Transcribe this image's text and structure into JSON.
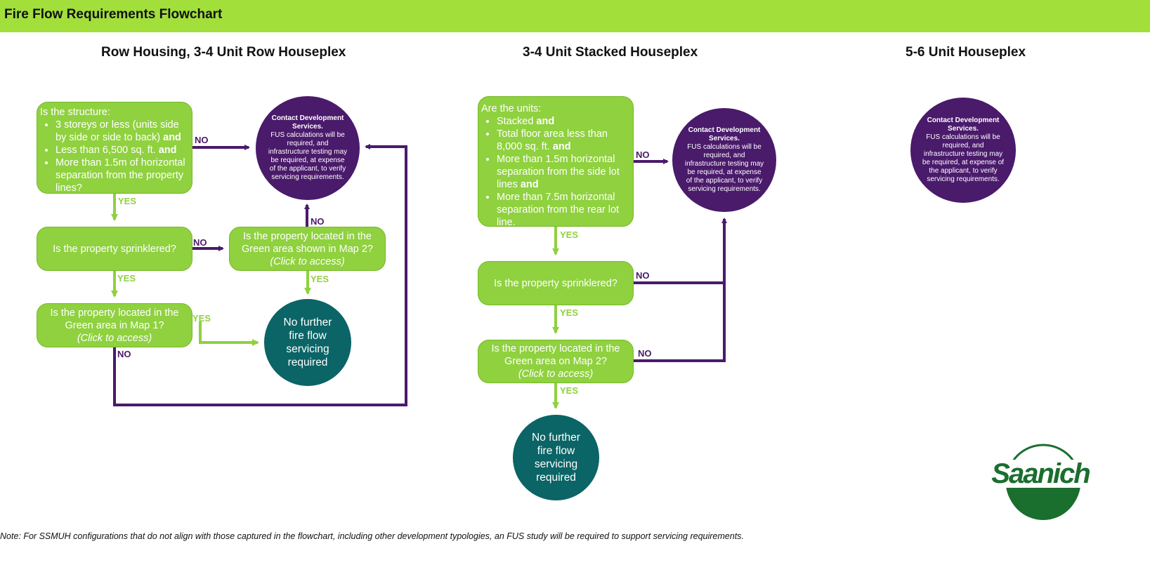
{
  "header": {
    "title": "Fire Flow Requirements Flowchart"
  },
  "columns": [
    {
      "title": "Row Housing, 3-4 Unit Row Houseplex"
    },
    {
      "title": "3-4 Unit Stacked Houseplex"
    },
    {
      "title": "5-6 Unit Houseplex"
    }
  ],
  "col1": {
    "q1": {
      "intro": "Is the structure:",
      "items": [
        {
          "text": "3 storeys or less (units side by side or side to back) ",
          "bold": "and"
        },
        {
          "text": "Less than 6,500 sq. ft. ",
          "bold": "and"
        },
        {
          "text": "More than 1.5m of horizontal separation from the property lines?",
          "bold": ""
        }
      ]
    },
    "q2": "Is the property sprinklered?",
    "q3": {
      "line1": "Is the property located in the",
      "line2": "Green area shown in Map 2?",
      "link": "(Click to access)"
    },
    "q4": {
      "line1": "Is the property located in the",
      "line2": "Green area in Map 1?",
      "link": "(Click to access)"
    },
    "contact": {
      "title": "Contact Development Services.",
      "body": "FUS calculations will be required, and infrastructure testing may be required, at expense of the applicant, to verify servicing requirements."
    },
    "no_further": "No further fire flow servicing required"
  },
  "col2": {
    "q1": {
      "intro": "Are the units:",
      "items": [
        {
          "text": "Stacked ",
          "bold": "and"
        },
        {
          "text": "Total floor area less than 8,000 sq. ft. ",
          "bold": "and"
        },
        {
          "text": "More than 1.5m horizontal separation from the side lot lines ",
          "bold": "and"
        },
        {
          "text": "More than 7.5m horizontal separation from the rear lot line.",
          "bold": ""
        }
      ]
    },
    "q2": "Is the property sprinklered?",
    "q3": {
      "line1": "Is the property located in the",
      "line2": "Green area on Map 2?",
      "link": "(Click to access)"
    },
    "contact": {
      "title": "Contact Development Services.",
      "body": "FUS calculations will be required, and infrastructure testing may be required, at expense of the applicant, to verify servicing requirements."
    },
    "no_further": "No further fire flow servicing required"
  },
  "col3": {
    "contact": {
      "title": "Contact Development Services.",
      "body": "FUS calculations will be required, and infrastructure testing may be required, at expense of the applicant, to verify servicing requirements."
    }
  },
  "labels": {
    "yes": "YES",
    "no": "NO"
  },
  "logo": {
    "text": "Saanich"
  },
  "note": "Note: For SSMUH configurations that do not align with those captured in the flowchart, including other development typologies, an FUS study will be required to support servicing requirements.",
  "colors": {
    "green": "#8fd13f",
    "header_green": "#a2df3b",
    "purple": "#4a1a6b",
    "teal": "#0b6466",
    "logo_green": "#1a6e2e"
  }
}
